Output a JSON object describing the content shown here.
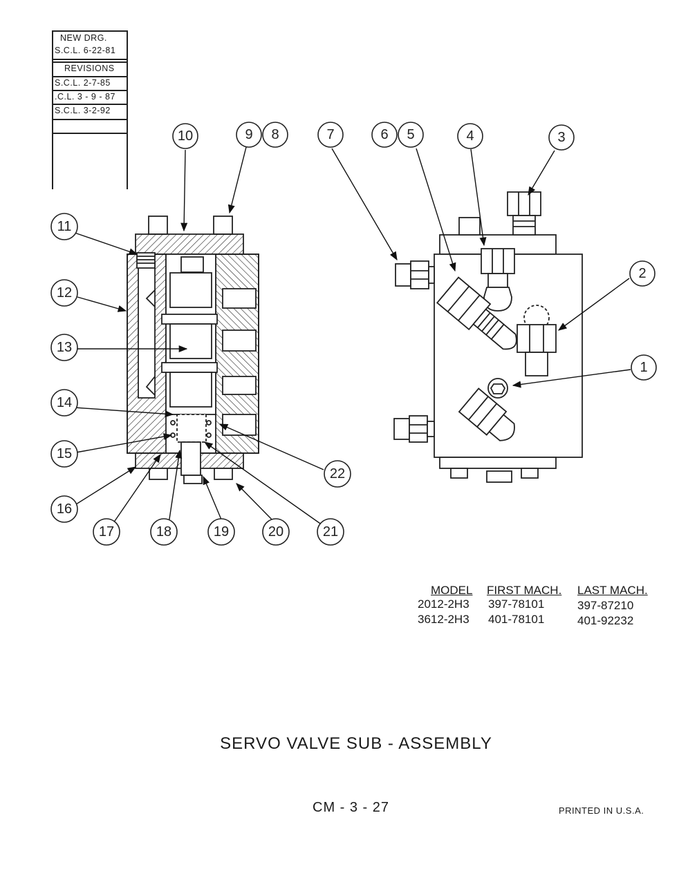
{
  "revision_block": {
    "new_drg": "NEW  DRG.",
    "new_drg_date": "S.C.L.  6-22-81",
    "revisions_label": "REVISIONS",
    "rev1": "S.C.L.  2-7-85",
    "rev2": ".C.L. 3 - 9 - 87",
    "rev3": "S.C.L.  3-2-92"
  },
  "callouts": {
    "c1": "1",
    "c2": "2",
    "c3": "3",
    "c4": "4",
    "c5": "5",
    "c6": "6",
    "c7": "7",
    "c8": "8",
    "c9": "9",
    "c10": "10",
    "c11": "11",
    "c12": "12",
    "c13": "13",
    "c14": "14",
    "c15": "15",
    "c16": "16",
    "c17": "17",
    "c18": "18",
    "c19": "19",
    "c20": "20",
    "c21": "21",
    "c22": "22"
  },
  "model_table": {
    "headers": [
      "MODEL",
      "FIRST MACH.",
      "LAST MACH."
    ],
    "rows": [
      [
        "2012-2H3",
        "397-78101",
        "397-87210"
      ],
      [
        "3612-2H3",
        "401-78101",
        "401-92232"
      ]
    ]
  },
  "title": "SERVO  VALVE  SUB - ASSEMBLY",
  "page_number": "CM - 3 - 27",
  "printed": "PRINTED   IN  U.S.A."
}
